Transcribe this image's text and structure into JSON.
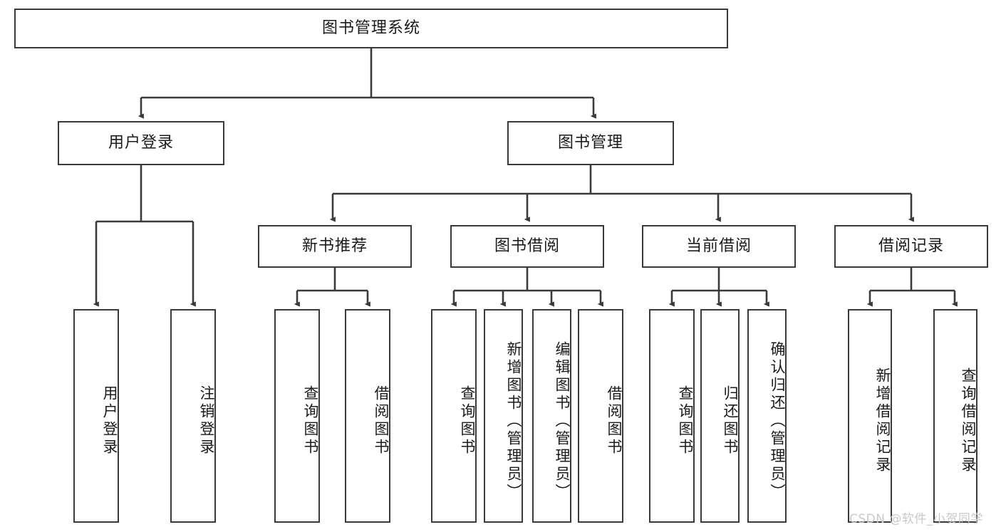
{
  "diagram": {
    "title_node": {
      "label": "图书管理系统"
    },
    "level2": [
      {
        "label": "用户登录"
      },
      {
        "label": "图书管理"
      }
    ],
    "level3": [
      {
        "label": "新书推荐"
      },
      {
        "label": "图书借阅"
      },
      {
        "label": "当前借阅"
      },
      {
        "label": "借阅记录"
      }
    ],
    "leaves": {
      "user_login": [
        {
          "label": "用户登录"
        },
        {
          "label": "注销登录"
        }
      ],
      "new_book_recommend": [
        {
          "label": "查询图书"
        },
        {
          "label": "借阅图书"
        }
      ],
      "book_borrow": [
        {
          "label": "查询图书"
        },
        {
          "label": "新增图书（管理员）"
        },
        {
          "label": "编辑图书（管理员）"
        },
        {
          "label": "借阅图书"
        }
      ],
      "current_borrow": [
        {
          "label": "查询图书"
        },
        {
          "label": "归还图书"
        },
        {
          "label": "确认归还（管理员）"
        }
      ],
      "borrow_record": [
        {
          "label": "新增借阅记录"
        },
        {
          "label": "查询借阅记录"
        }
      ]
    },
    "watermark": {
      "text": "CSDN @软件_小贺同学"
    },
    "colors": {
      "stroke": "#3a3a3a",
      "fill": "#ffffff",
      "text": "#1a1a1a",
      "watermark": "#c9c9c9"
    }
  }
}
